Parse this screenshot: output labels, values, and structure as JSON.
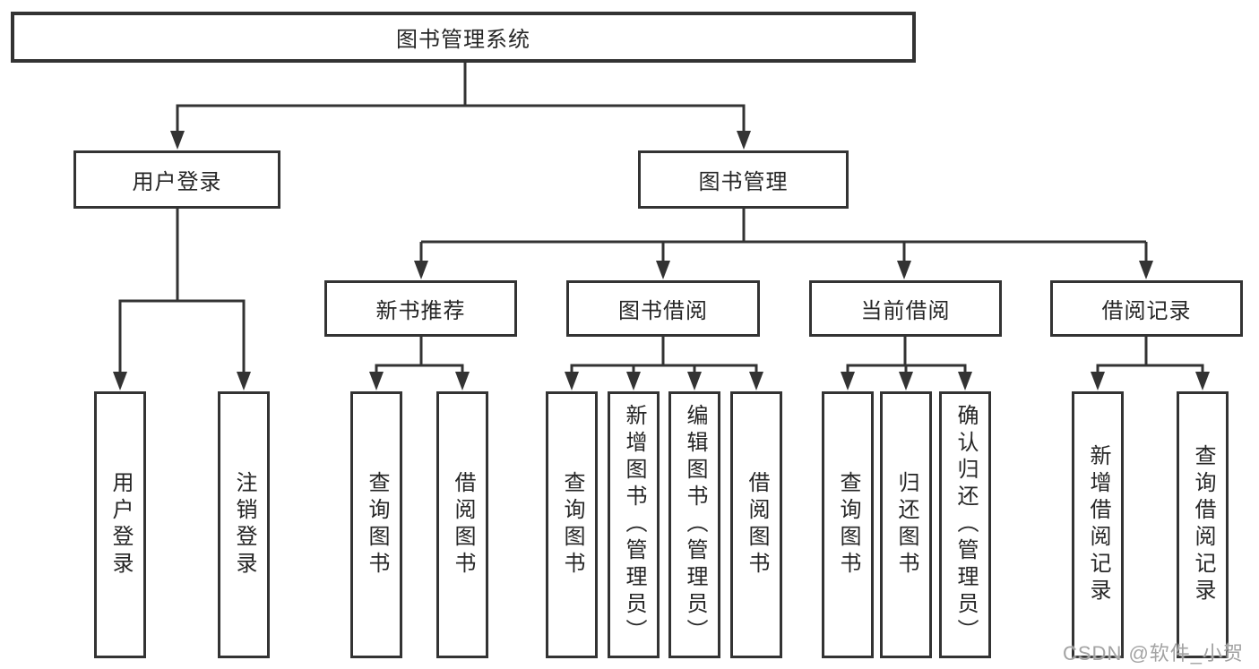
{
  "root": {
    "label": "图书管理系统"
  },
  "branches": {
    "user_login": {
      "label": "用户登录",
      "children": [
        {
          "label": "用户登录"
        },
        {
          "label": "注销登录"
        }
      ]
    },
    "book_management": {
      "label": "图书管理",
      "children": [
        {
          "label": "新书推荐",
          "children": [
            {
              "label": "查询图书"
            },
            {
              "label": "借阅图书"
            }
          ]
        },
        {
          "label": "图书借阅",
          "children": [
            {
              "label": "查询图书"
            },
            {
              "label": "新增图书（管理员）"
            },
            {
              "label": "编辑图书（管理员）"
            },
            {
              "label": "借阅图书"
            }
          ]
        },
        {
          "label": "当前借阅",
          "children": [
            {
              "label": "查询图书"
            },
            {
              "label": "归还图书"
            },
            {
              "label": "确认归还（管理员）"
            }
          ]
        },
        {
          "label": "借阅记录",
          "children": [
            {
              "label": "新增借阅记录"
            },
            {
              "label": "查询借阅记录"
            }
          ]
        }
      ]
    }
  },
  "watermark": "CSDN @软件_小贺同学",
  "colors": {
    "line": "#333333",
    "box_border": "#333333",
    "text": "#262626",
    "background": "#ffffff",
    "watermark": "#a3a3a3"
  }
}
